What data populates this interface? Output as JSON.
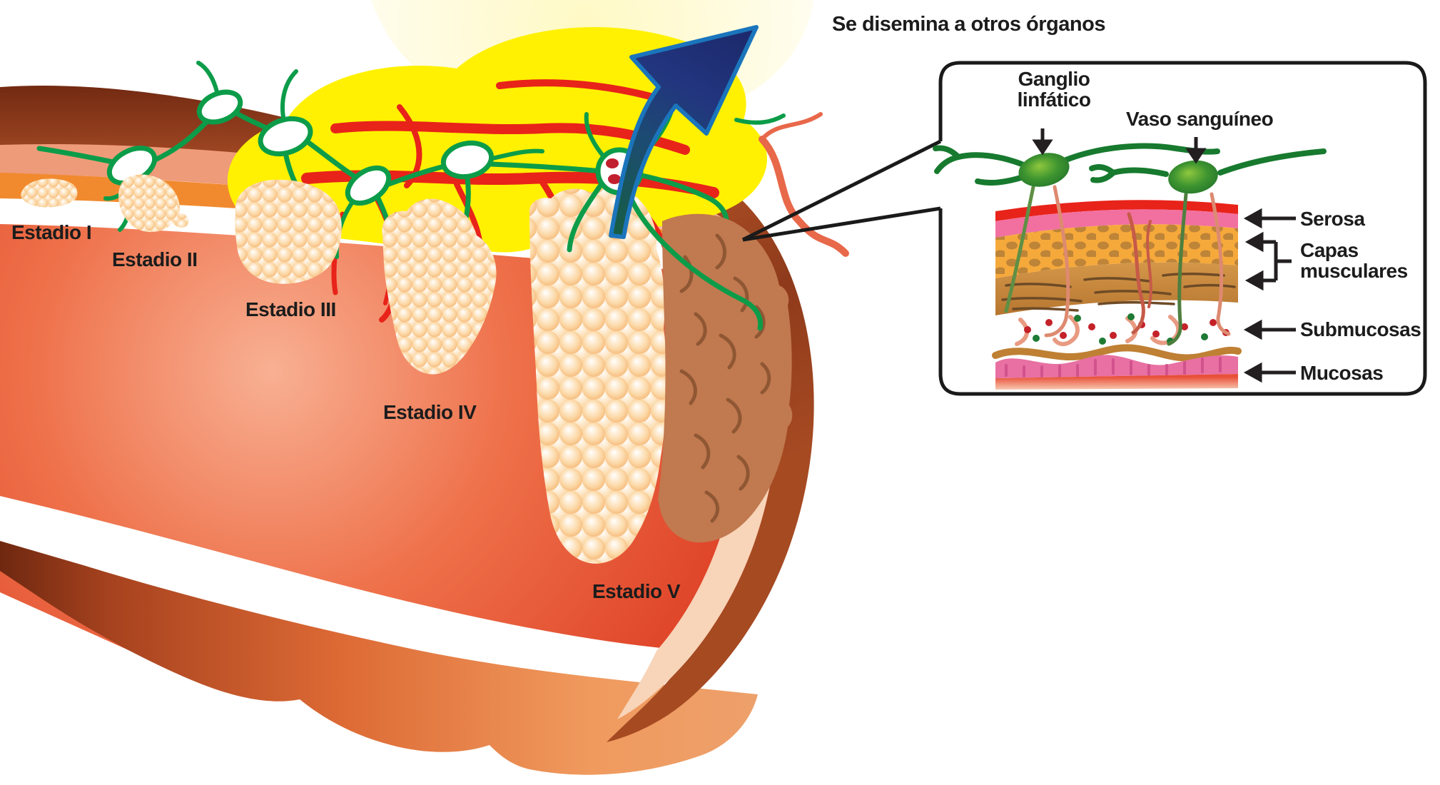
{
  "annotations": {
    "metastasis": "Se disemina a otros órganos"
  },
  "stages": [
    {
      "label": "Estadio I"
    },
    {
      "label": "Estadio II"
    },
    {
      "label": "Estadio III"
    },
    {
      "label": "Estadio IV"
    },
    {
      "label": "Estadio V"
    }
  ],
  "inset": {
    "structures": [
      {
        "label": "Ganglio linfático"
      },
      {
        "label": "Vaso sanguíneo"
      }
    ],
    "layers": [
      {
        "label": "Serosa"
      },
      {
        "label": "Capas musculares"
      },
      {
        "label": "Submucosas"
      },
      {
        "label": "Mucosas"
      }
    ]
  },
  "palette": {
    "fat_yellow": "#FFF101",
    "vessel_red": "#E8231A",
    "lymph_green": "#0C9C49",
    "arrow_blue_stroke": "#1B75BC",
    "tumor_peach": "#F5B06A",
    "wall_red": "#E2452B",
    "ink": "#231F20"
  }
}
